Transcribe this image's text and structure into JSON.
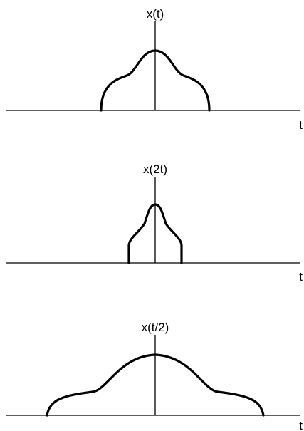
{
  "panels": [
    {
      "function_label": "x(t)",
      "axis_label": "t"
    },
    {
      "function_label": "x(2t)",
      "axis_label": "t"
    },
    {
      "function_label": "x(t/2)",
      "axis_label": "t"
    }
  ]
}
